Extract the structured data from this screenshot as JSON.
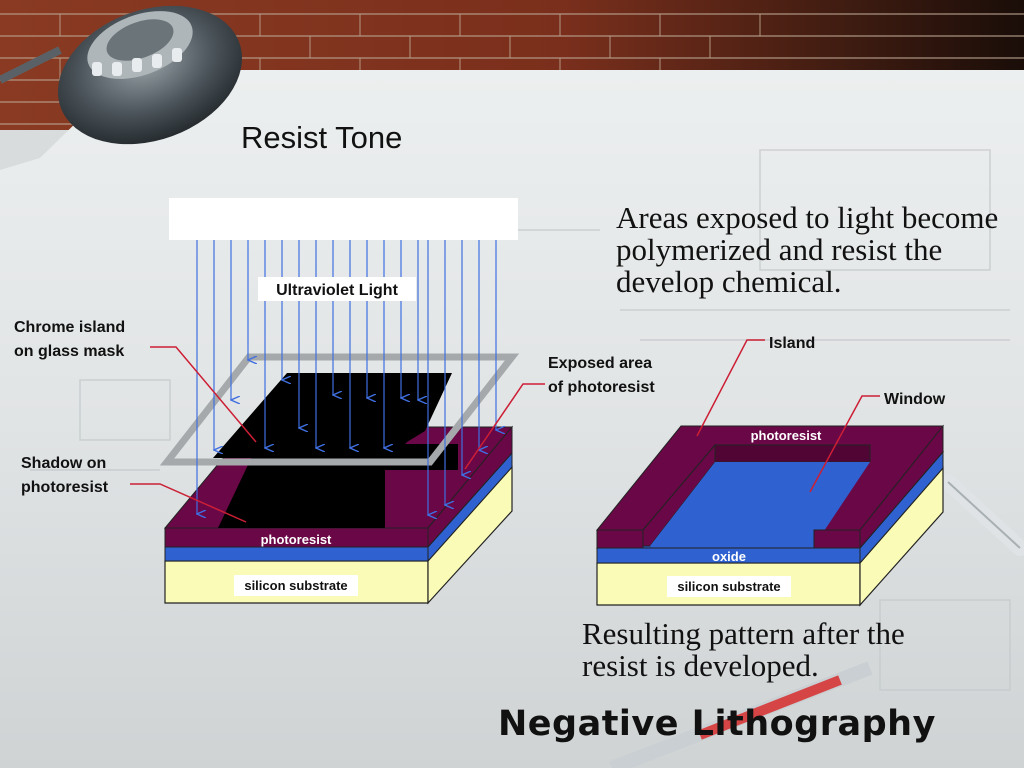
{
  "slide": {
    "title": "Resist Tone",
    "heading": "Negative Lithography",
    "exposed_text": "Areas exposed to light become polymerized and resist the develop chemical.",
    "result_text": "Resulting pattern after the resist is developed."
  },
  "left_diagram": {
    "uv_label": "Ultraviolet Light",
    "chrome_label_line1": "Chrome island",
    "chrome_label_line2": "on glass mask",
    "shadow_label_line1": "Shadow on",
    "shadow_label_line2": "photoresist",
    "exposed_label_line1": "Exposed area",
    "exposed_label_line2": "of photoresist",
    "photoresist_label": "photoresist",
    "substrate_label": "silicon substrate"
  },
  "right_diagram": {
    "island_label": "Island",
    "window_label": "Window",
    "photoresist_label": "photoresist",
    "oxide_label": "oxide",
    "substrate_label": "silicon substrate"
  },
  "colors": {
    "photoresist": "#6a0747",
    "oxide": "#2f62d0",
    "substrate": "#fafbb6",
    "uv_arrow": "#3f6fe0",
    "leader_line": "#cc1f35"
  }
}
